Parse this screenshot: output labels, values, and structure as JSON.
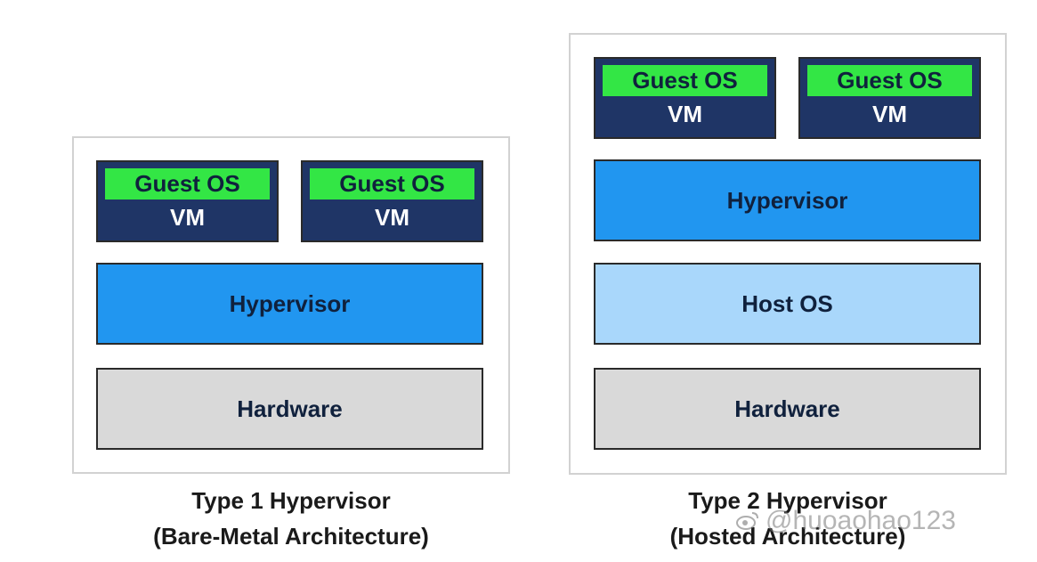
{
  "type1": {
    "vms": [
      {
        "guest": "Guest OS",
        "vm": "VM"
      },
      {
        "guest": "Guest OS",
        "vm": "VM"
      }
    ],
    "hypervisor": "Hypervisor",
    "hardware": "Hardware",
    "caption_line1": "Type 1 Hypervisor",
    "caption_line2": "(Bare-Metal Architecture)"
  },
  "type2": {
    "vms": [
      {
        "guest": "Guest OS",
        "vm": "VM"
      },
      {
        "guest": "Guest OS",
        "vm": "VM"
      }
    ],
    "hypervisor": "Hypervisor",
    "host_os": "Host OS",
    "hardware": "Hardware",
    "caption_line1": "Type 2 Hypervisor",
    "caption_line2": "(Hosted Architecture)"
  },
  "watermark": "@huoaohao123",
  "colors": {
    "vm_bg": "#1f3566",
    "guest_os": "#33e645",
    "hypervisor": "#2196f0",
    "host_os": "#a9d7fb",
    "hardware": "#d9d9d9"
  }
}
